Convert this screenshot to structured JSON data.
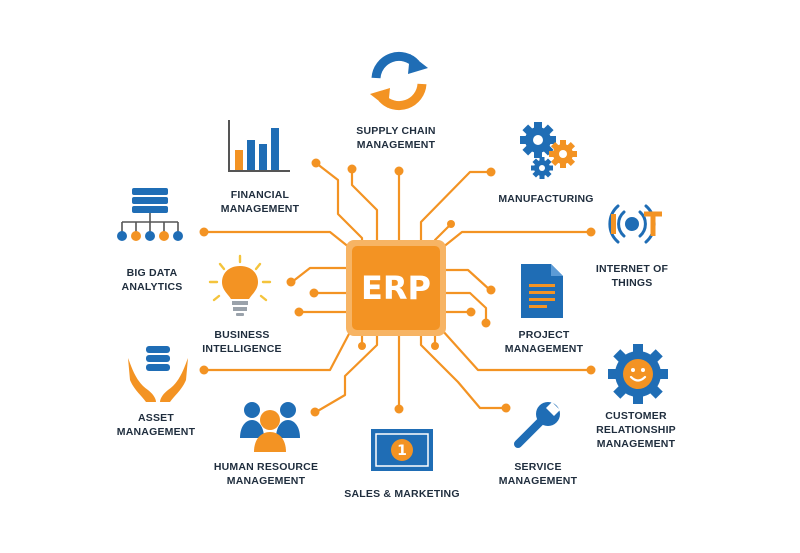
{
  "center": {
    "label": "ERP"
  },
  "modules": {
    "supply_chain": {
      "line1": "SUPPLY CHAIN",
      "line2": "MANAGEMENT",
      "icon": "sync-arrows-icon"
    },
    "financial": {
      "line1": "FINANCIAL",
      "line2": "MANAGEMENT",
      "icon": "bar-chart-icon"
    },
    "manufacturing": {
      "line1": "MANUFACTURING",
      "icon": "gears-icon"
    },
    "big_data": {
      "line1": "BIG DATA",
      "line2": "ANALYTICS",
      "icon": "database-network-icon"
    },
    "iot": {
      "line1": "INTERNET OF",
      "line2": "THINGS",
      "icon": "iot-signal-icon",
      "icon_text": "IOT"
    },
    "business_intelligence": {
      "line1": "BUSINESS",
      "line2": "INTELLIGENCE",
      "icon": "lightbulb-icon"
    },
    "project": {
      "line1": "PROJECT",
      "line2": "MANAGEMENT",
      "icon": "document-icon"
    },
    "asset": {
      "line1": "ASSET",
      "line2": "MANAGEMENT",
      "icon": "hands-database-icon"
    },
    "crm": {
      "line1": "CUSTOMER",
      "line2": "RELATIONSHIP",
      "line3": "MANAGEMENT",
      "icon": "gear-smiley-icon"
    },
    "hr": {
      "line1": "HUMAN RESOURCE",
      "line2": "MANAGEMENT",
      "icon": "people-group-icon"
    },
    "service": {
      "line1": "SERVICE",
      "line2": "MANAGEMENT",
      "icon": "wrench-icon"
    },
    "sales": {
      "line1": "SALES & MARKETING",
      "icon": "banknote-icon",
      "icon_text": "1"
    }
  },
  "colors": {
    "orange": "#f39323",
    "blue": "#1f6db5",
    "dark_text": "#1f2d3d",
    "chip_border": "#f7b464"
  }
}
